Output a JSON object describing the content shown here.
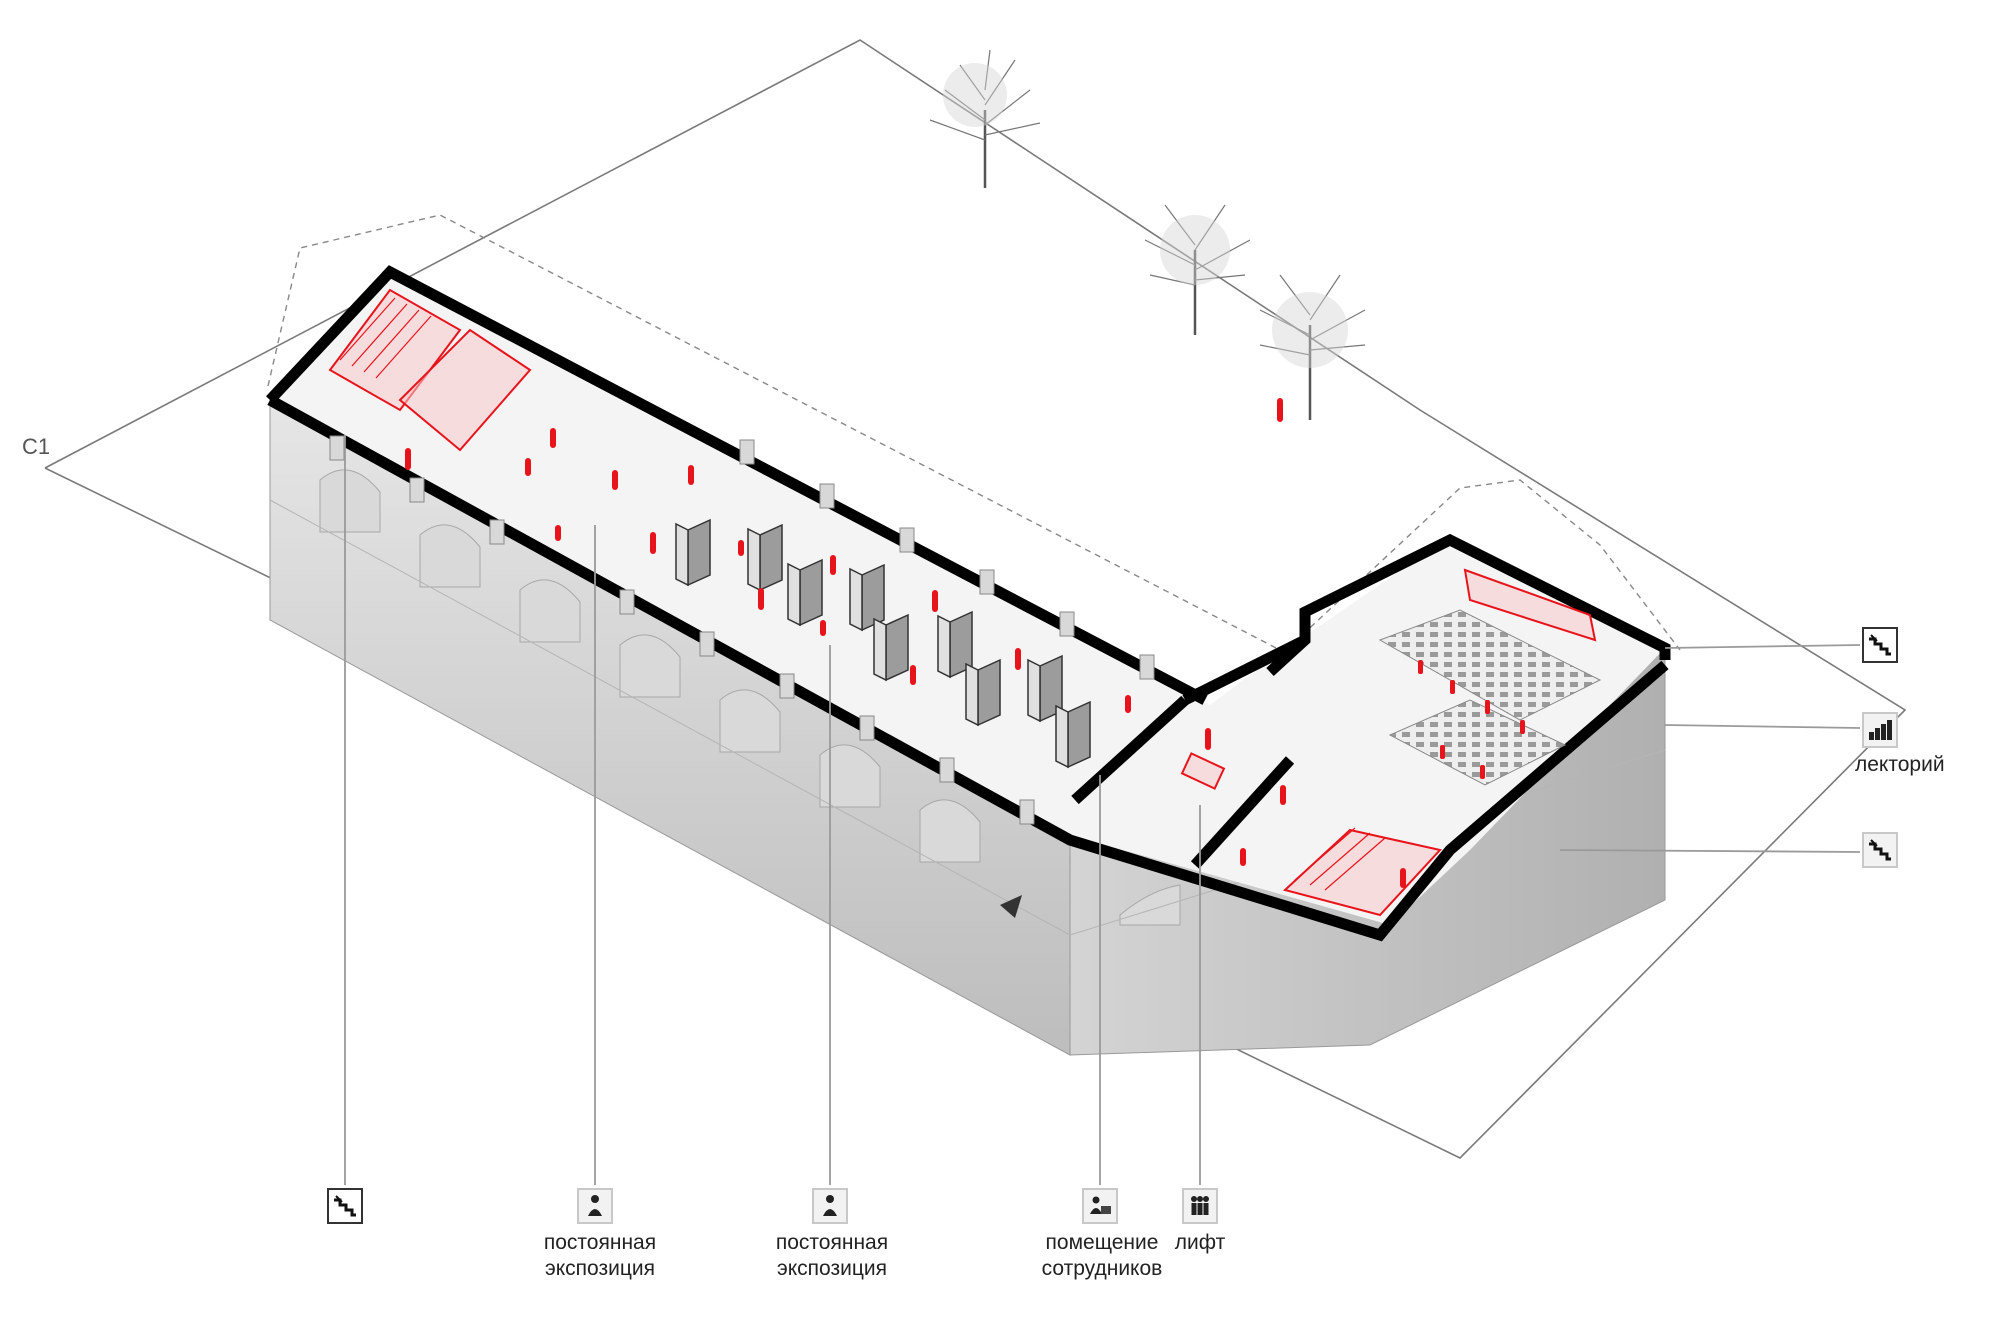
{
  "north_mark": "С1",
  "legend_left": [
    {
      "icon": "stairs-icon"
    },
    {
      "icon": "exhibit-icon",
      "line1": "постоянная",
      "line2": "экспозиция"
    },
    {
      "icon": "exhibit-icon",
      "line1": "постоянная",
      "line2": "экспозиция"
    },
    {
      "icon": "staff-room-icon",
      "line1": "помещение",
      "line2": "сотрудников"
    },
    {
      "icon": "elevator-icon",
      "line1": "лифт"
    }
  ],
  "legend_right": [
    {
      "icon": "stairs-icon"
    },
    {
      "icon": "lecture-hall-icon",
      "line1": "лекторий"
    },
    {
      "icon": "stairs-icon"
    }
  ],
  "colors": {
    "accent": "#e8141b",
    "wall": "#000000",
    "facade": "#cfcfcf",
    "line": "#8a8a8a"
  }
}
